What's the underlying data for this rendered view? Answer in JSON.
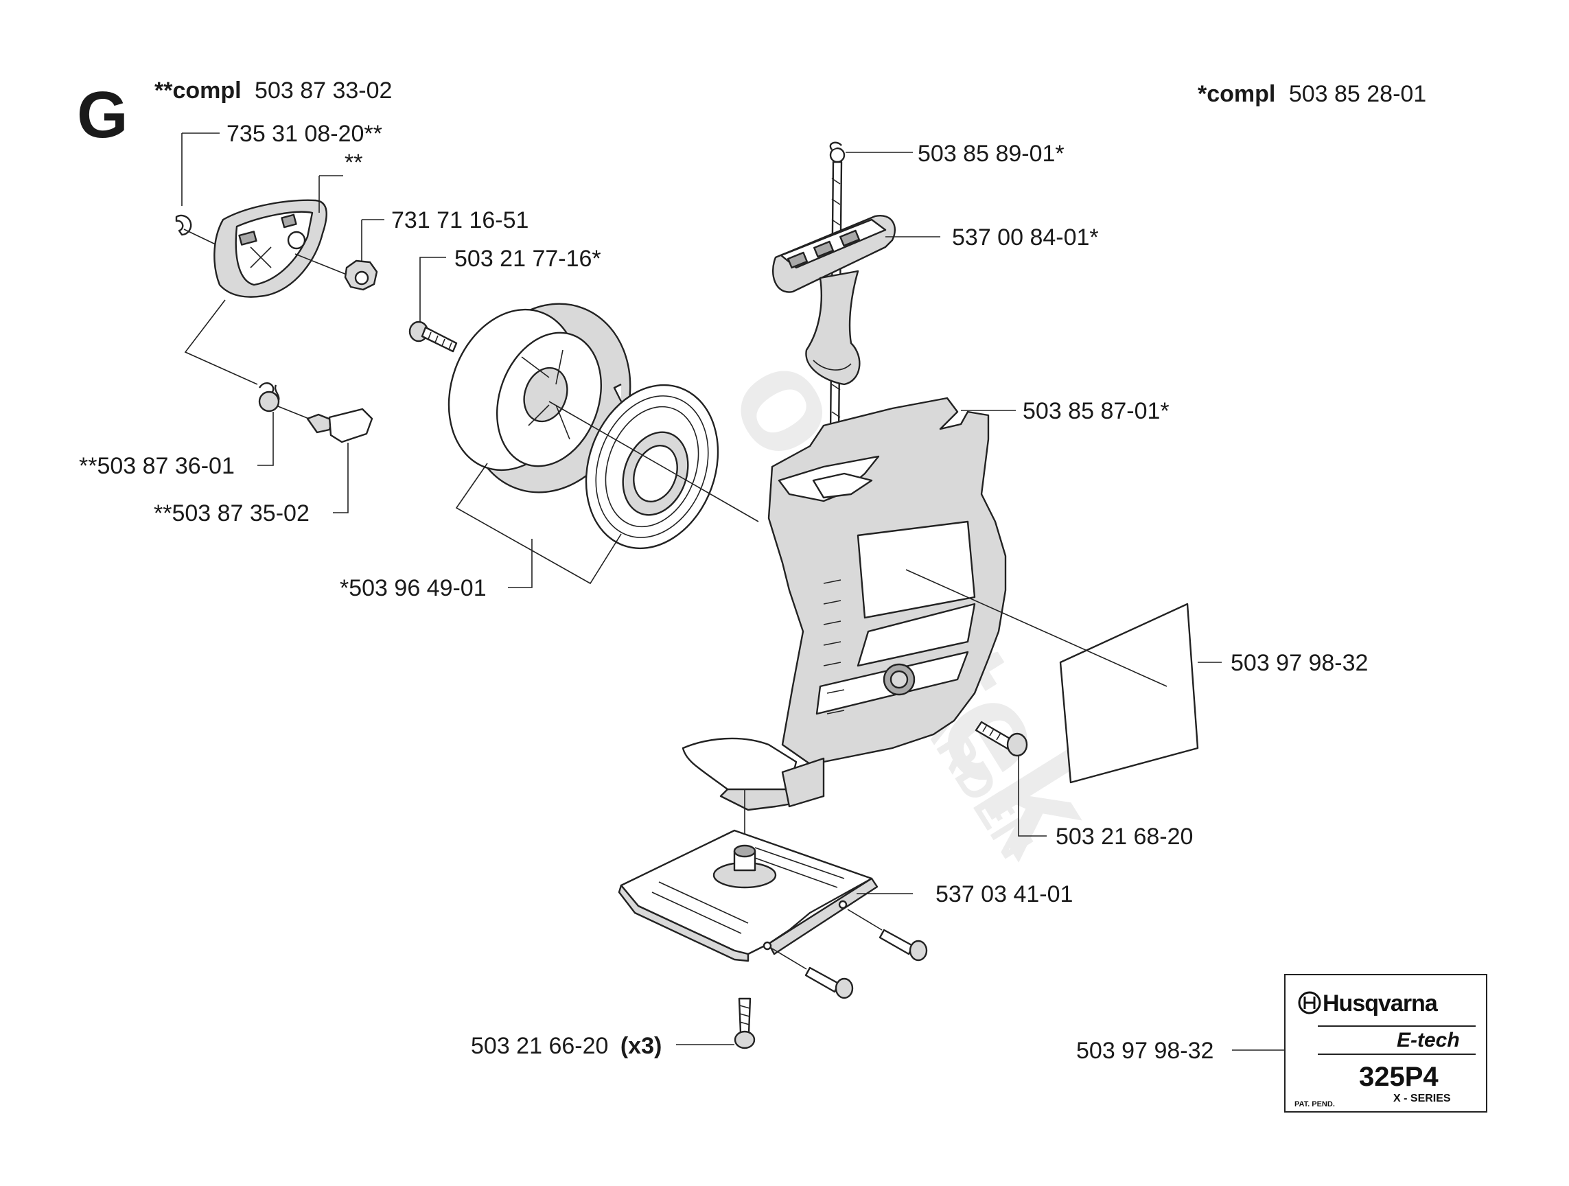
{
  "section_letter": "G",
  "header_left": {
    "prefix": "**compl",
    "number": "503 87 33-02"
  },
  "header_right": {
    "prefix": "*compl",
    "number": "503 85 28-01"
  },
  "watermark": {
    "brand": "outletek",
    "sub": "GARDEN"
  },
  "labels": {
    "p1": "735 31 08-20**",
    "p2": "**",
    "p3": "731 71 16-51",
    "p4": "503 21 77-16*",
    "p5": "**503 87 36-01",
    "p6": "**503 87 35-02",
    "p7": "*503 96 49-01",
    "p8": "503 85 89-01*",
    "p9": "537 00 84-01*",
    "p10": "503 85 87-01*",
    "p11": "503 97 98-32",
    "p12": "503 21 68-20",
    "p13": "537 03 41-01",
    "p14_num": "503 21 66-20",
    "p14_qty": "(x3)",
    "p15": "503 97 98-32"
  },
  "decal": {
    "brand": "Husqvarna",
    "line": "E-tech",
    "model": "325P4",
    "series": "X - SERIES",
    "note": "PAT. PEND."
  }
}
